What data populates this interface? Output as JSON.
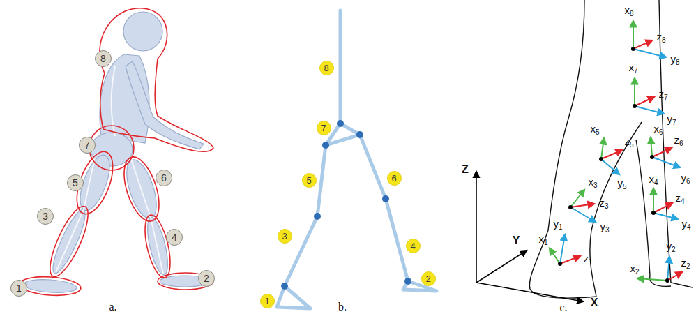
{
  "diagram": {
    "nodes": [
      {
        "text": [
          "1"
        ]
      },
      {
        "text": [
          "2"
        ]
      },
      {
        "text": [
          "3"
        ]
      },
      {
        "text": [
          "4"
        ]
      },
      {
        "text": [
          "5"
        ]
      },
      {
        "text": [
          "6"
        ]
      },
      {
        "text": [
          "7"
        ]
      },
      {
        "text": [
          "8"
        ]
      },
      {
        "text": [
          "1"
        ]
      },
      {
        "text": [
          "2"
        ]
      },
      {
        "text": [
          "3"
        ]
      },
      {
        "text": [
          "4"
        ]
      },
      {
        "text": [
          "5"
        ]
      },
      {
        "text": [
          "6"
        ]
      },
      {
        "text": [
          "7"
        ]
      },
      {
        "text": [
          "8"
        ]
      }
    ],
    "labels": [
      "a.",
      "b.",
      "Z",
      "Y",
      "X",
      "x8",
      "z8",
      "y8",
      "x7",
      "z7",
      "y7",
      "x5",
      "z5",
      "y5",
      "x6",
      "z6",
      "y6",
      "x3",
      "z3",
      "y3",
      "y1",
      "x4",
      "z4",
      "y4",
      "x1",
      "z1",
      "x2",
      "y2",
      "z2",
      "c."
    ]
  }
}
